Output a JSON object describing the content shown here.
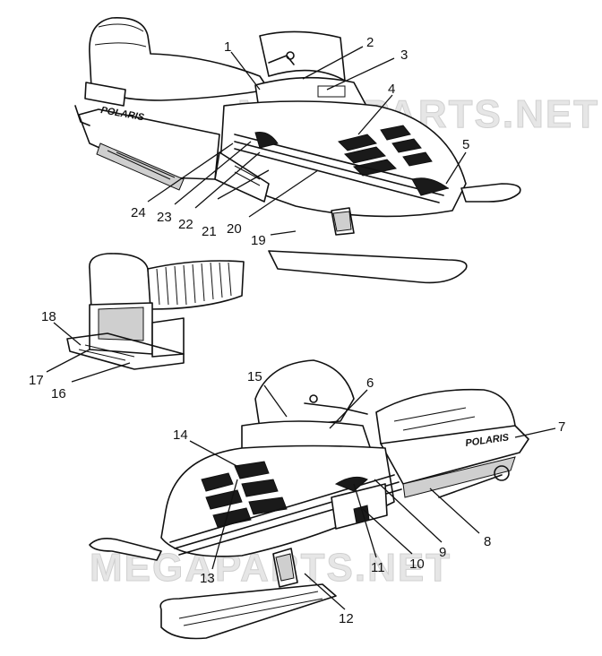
{
  "watermark": "MEGAPARTS.NET",
  "brand_decal": "POLARIS",
  "callouts": [
    {
      "id": 1,
      "label": "1"
    },
    {
      "id": 2,
      "label": "2"
    },
    {
      "id": 3,
      "label": "3"
    },
    {
      "id": 4,
      "label": "4"
    },
    {
      "id": 5,
      "label": "5"
    },
    {
      "id": 6,
      "label": "6"
    },
    {
      "id": 7,
      "label": "7"
    },
    {
      "id": 8,
      "label": "8"
    },
    {
      "id": 9,
      "label": "9"
    },
    {
      "id": 10,
      "label": "10"
    },
    {
      "id": 11,
      "label": "11"
    },
    {
      "id": 12,
      "label": "12"
    },
    {
      "id": 13,
      "label": "13"
    },
    {
      "id": 14,
      "label": "14"
    },
    {
      "id": 15,
      "label": "15"
    },
    {
      "id": 16,
      "label": "16"
    },
    {
      "id": 17,
      "label": "17"
    },
    {
      "id": 18,
      "label": "18"
    },
    {
      "id": 19,
      "label": "19"
    },
    {
      "id": 20,
      "label": "20"
    },
    {
      "id": 21,
      "label": "21"
    },
    {
      "id": 22,
      "label": "22"
    },
    {
      "id": 23,
      "label": "23"
    },
    {
      "id": 24,
      "label": "24"
    }
  ]
}
